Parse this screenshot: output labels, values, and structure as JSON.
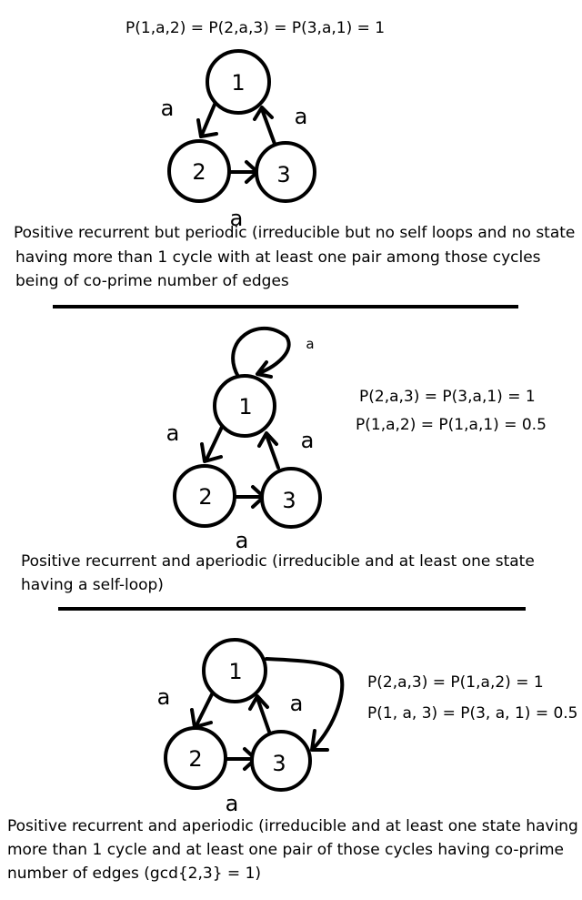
{
  "section1": {
    "prob": "P(1,a,2) = P(2,a,3) = P(3,a,1) = 1",
    "nodes": [
      "1",
      "2",
      "3"
    ],
    "edge_labels": [
      "a",
      "a",
      "a"
    ],
    "caption": [
      "Positive recurrent but periodic (irreducible but no self loops and no state",
      "having more than 1 cycle with at least one pair among those cycles",
      "being of co-prime number of edges"
    ]
  },
  "section2": {
    "prob": [
      "P(2,a,3) = P(3,a,1) = 1",
      "P(1,a,2) = P(1,a,1) = 0.5"
    ],
    "nodes": [
      "1",
      "2",
      "3"
    ],
    "edge_labels": [
      "a",
      "a",
      "a",
      "a"
    ],
    "caption": [
      "Positive recurrent and aperiodic (irreducible and at least one state",
      "having a self-loop)"
    ]
  },
  "section3": {
    "prob": [
      "P(2,a,3) = P(1,a,2) = 1",
      "P(1, a, 3) = P(3, a, 1) = 0.5"
    ],
    "nodes": [
      "1",
      "2",
      "3"
    ],
    "edge_labels": [
      "a",
      "a",
      "a"
    ],
    "caption": [
      "Positive recurrent and aperiodic (irreducible and at least one state having",
      "more than 1 cycle and at least one pair of those cycles having co-prime",
      "number of edges (gcd{2,3} = 1)"
    ]
  }
}
